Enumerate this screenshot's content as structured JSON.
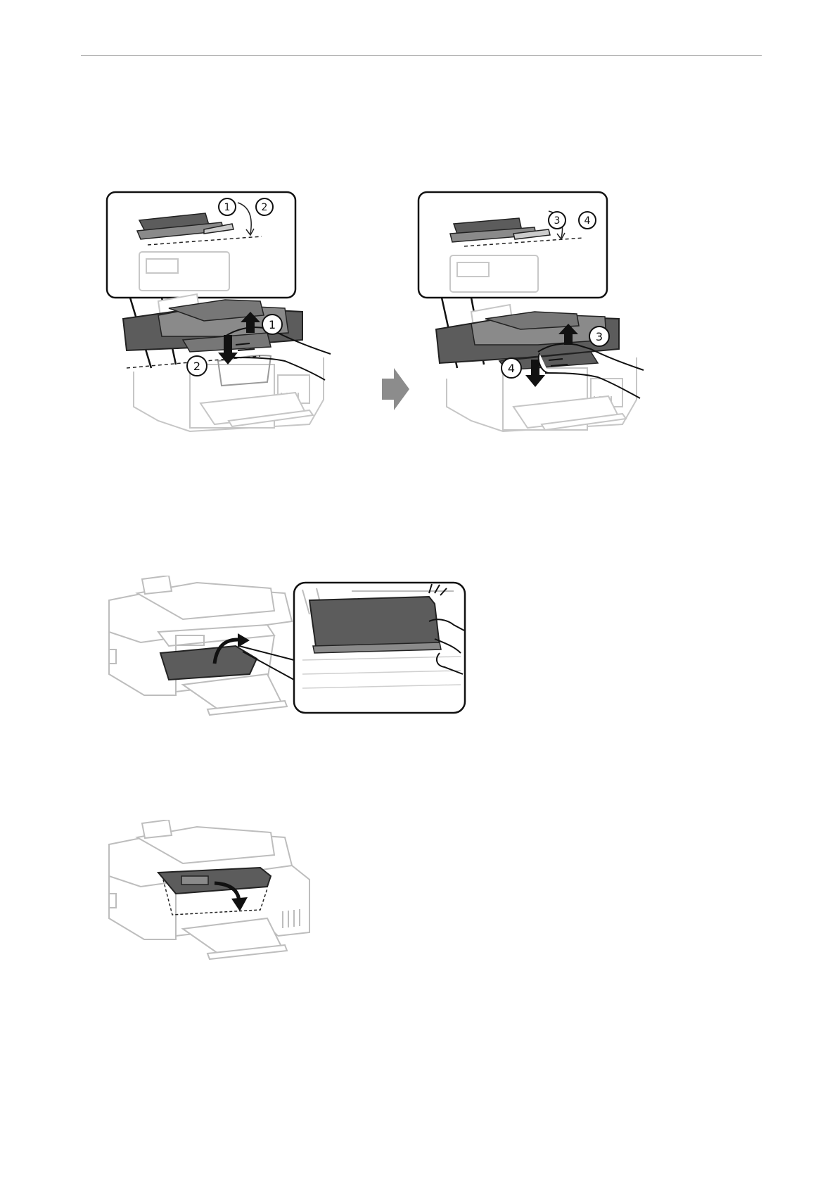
{
  "figure1": {
    "callouts": [
      "1",
      "2",
      "3",
      "4"
    ]
  },
  "colors": {
    "dark_part": "#5c5c5c",
    "mid_part": "#8a8a8a",
    "outline": "#b3b3b3",
    "arrow": "#8c8c8c"
  },
  "icons": [
    "printer-scanner-unit-icon",
    "hand-icon",
    "step-arrow-icon",
    "zoom-callout-icon",
    "curved-arrow-icon"
  ]
}
